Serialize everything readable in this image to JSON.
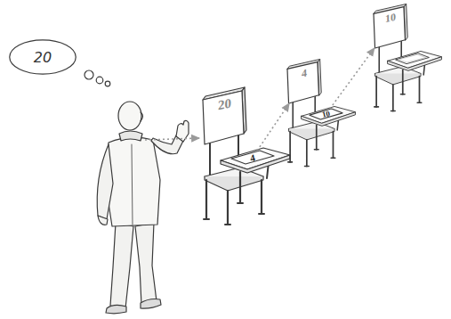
{
  "diagram": {
    "nodes": [
      {
        "text": [
          "20"
        ]
      },
      {
        "text": [
          "20"
        ]
      },
      {
        "text": [
          "4"
        ]
      },
      {
        "text": [
          "4"
        ]
      },
      {
        "text": [
          "10"
        ]
      },
      {
        "text": [
          "10"
        ]
      }
    ],
    "edges": [
      {
        "from": 2,
        "to": 3,
        "arrow": "to"
      },
      {
        "from": 4,
        "to": 5,
        "arrow": "to"
      }
    ]
  }
}
